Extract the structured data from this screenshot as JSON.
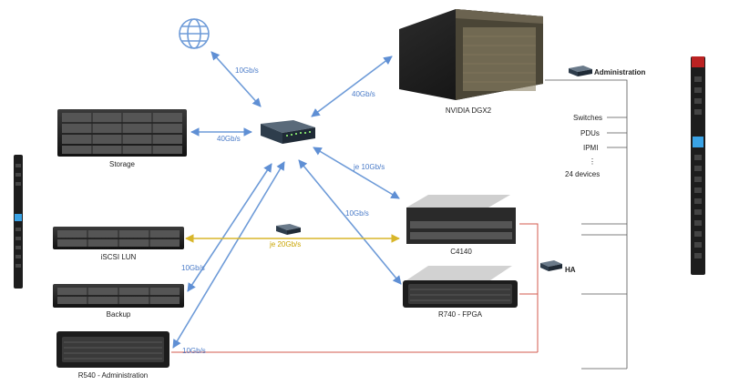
{
  "nodes": {
    "storage": "Storage",
    "iscsi": "iSCSI LUN",
    "backup": "Backup",
    "r540": "R540 - Administration",
    "dgx2": "NVIDIA DGX2",
    "c4140": "C4140",
    "r740": "R740 - FPGA",
    "administration": "Administration",
    "ha": "HA"
  },
  "links": {
    "internet": "10Gb/s",
    "storage": "40Gb/s",
    "dgx2": "40Gb/s",
    "c4140": "je 10Gb/s",
    "r740": "10Gb/s",
    "backup": "10Gb/s",
    "r540": "10Gb/s",
    "iscsi_c4140": "je 20Gb/s"
  },
  "admin_list": [
    "Switches",
    "PDUs",
    "IPMI",
    "⋮",
    "24 devices"
  ],
  "colors": {
    "link_blue": "#6e9bd8",
    "link_gold": "#d8b62a",
    "link_red": "#d35a4e",
    "admin_line": "#555555"
  },
  "icons": [
    "globe-icon",
    "network-switch-icon",
    "pdu-icon",
    "server-icon",
    "dgx-icon"
  ]
}
